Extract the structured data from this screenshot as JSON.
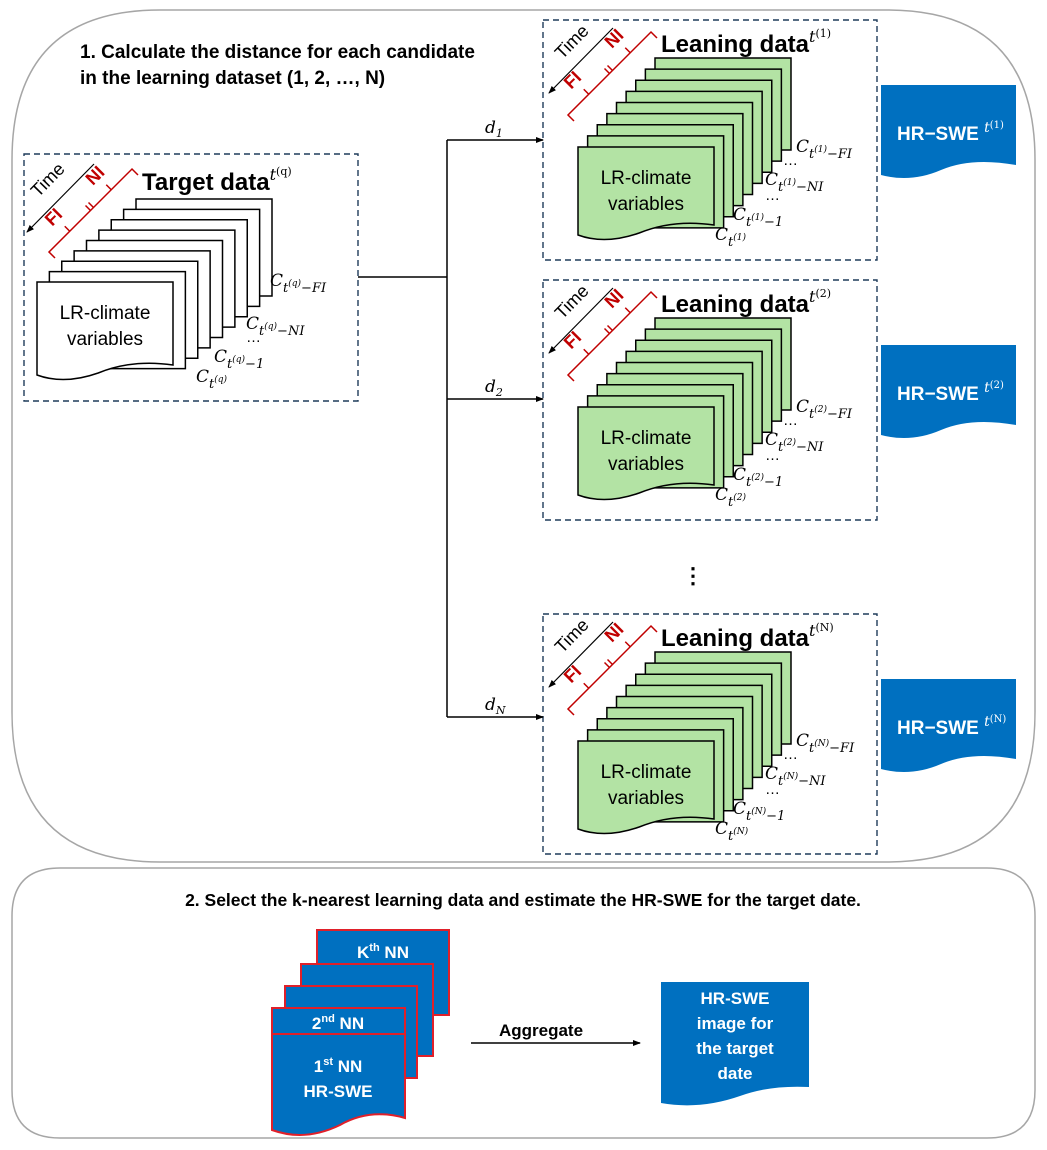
{
  "step1": {
    "title_line1": "1. Calculate the distance for each candidate",
    "title_line2": "in the learning dataset (1, 2, …, N)"
  },
  "target": {
    "title": "Target data",
    "sup": "t",
    "sup_idx": "(q)",
    "time_label": "Time",
    "ni_label": "NI",
    "fi_label": "FI",
    "front_line1": "LR-climate",
    "front_line2": "variables",
    "labels": {
      "fi": {
        "C": "C",
        "t": "t",
        "idx": "(q)",
        "suffix": "−FI"
      },
      "ni": {
        "C": "C",
        "t": "t",
        "idx": "(q)",
        "suffix": "−NI"
      },
      "one": {
        "C": "C",
        "t": "t",
        "idx": "(q)",
        "suffix": "−1"
      },
      "zero": {
        "C": "C",
        "t": "t",
        "idx": "(q)",
        "suffix": ""
      }
    },
    "ellipsis": "…"
  },
  "distances": [
    {
      "d": "d",
      "sub": "1"
    },
    {
      "d": "d",
      "sub": "2"
    },
    {
      "d": "d",
      "sub": "N"
    }
  ],
  "learning": [
    {
      "title": "Leaning data",
      "sup": "t",
      "idx": "(1)",
      "time_label": "Time",
      "ni_label": "NI",
      "fi_label": "FI",
      "front_line1": "LR-climate",
      "front_line2": "variables",
      "lab_fi": "−FI",
      "lab_ni": "−NI",
      "lab_one": "−1",
      "hr_label": "HR−SWE",
      "hr_sup": "t",
      "hr_idx": "(1)"
    },
    {
      "title": "Leaning data",
      "sup": "t",
      "idx": "(2)",
      "time_label": "Time",
      "ni_label": "NI",
      "fi_label": "FI",
      "front_line1": "LR-climate",
      "front_line2": "variables",
      "lab_fi": "−FI",
      "lab_ni": "−NI",
      "lab_one": "−1",
      "hr_label": "HR−SWE",
      "hr_sup": "t",
      "hr_idx": "(2)"
    },
    {
      "title": "Leaning data",
      "sup": "t",
      "idx": "(N)",
      "time_label": "Time",
      "ni_label": "NI",
      "fi_label": "FI",
      "front_line1": "LR-climate",
      "front_line2": "variables",
      "lab_fi": "−FI",
      "lab_ni": "−NI",
      "lab_one": "−1",
      "hr_label": "HR−SWE",
      "hr_sup": "t",
      "hr_idx": "(N)"
    }
  ],
  "vertical_ellipsis": "⋮",
  "step2": {
    "title": "2. Select the k-nearest learning data and estimate the HR-SWE for the target date.",
    "kth": {
      "main": "K",
      "sup": "th",
      "rest": " NN"
    },
    "second": {
      "main": "2",
      "sup": "nd",
      "rest": " NN"
    },
    "first": {
      "main": "1",
      "sup": "st",
      "rest": " NN",
      "line2": "HR-SWE"
    },
    "aggregate_label": "Aggregate",
    "result_lines": [
      "HR-SWE",
      "image for",
      "the target",
      "date"
    ]
  },
  "colors": {
    "green_fill": "#b3e3a4",
    "blue_fill": "#0070c0",
    "red_accent": "#c00000",
    "dash_border": "#1f3b5a",
    "panel_border": "#a6a6a6"
  }
}
